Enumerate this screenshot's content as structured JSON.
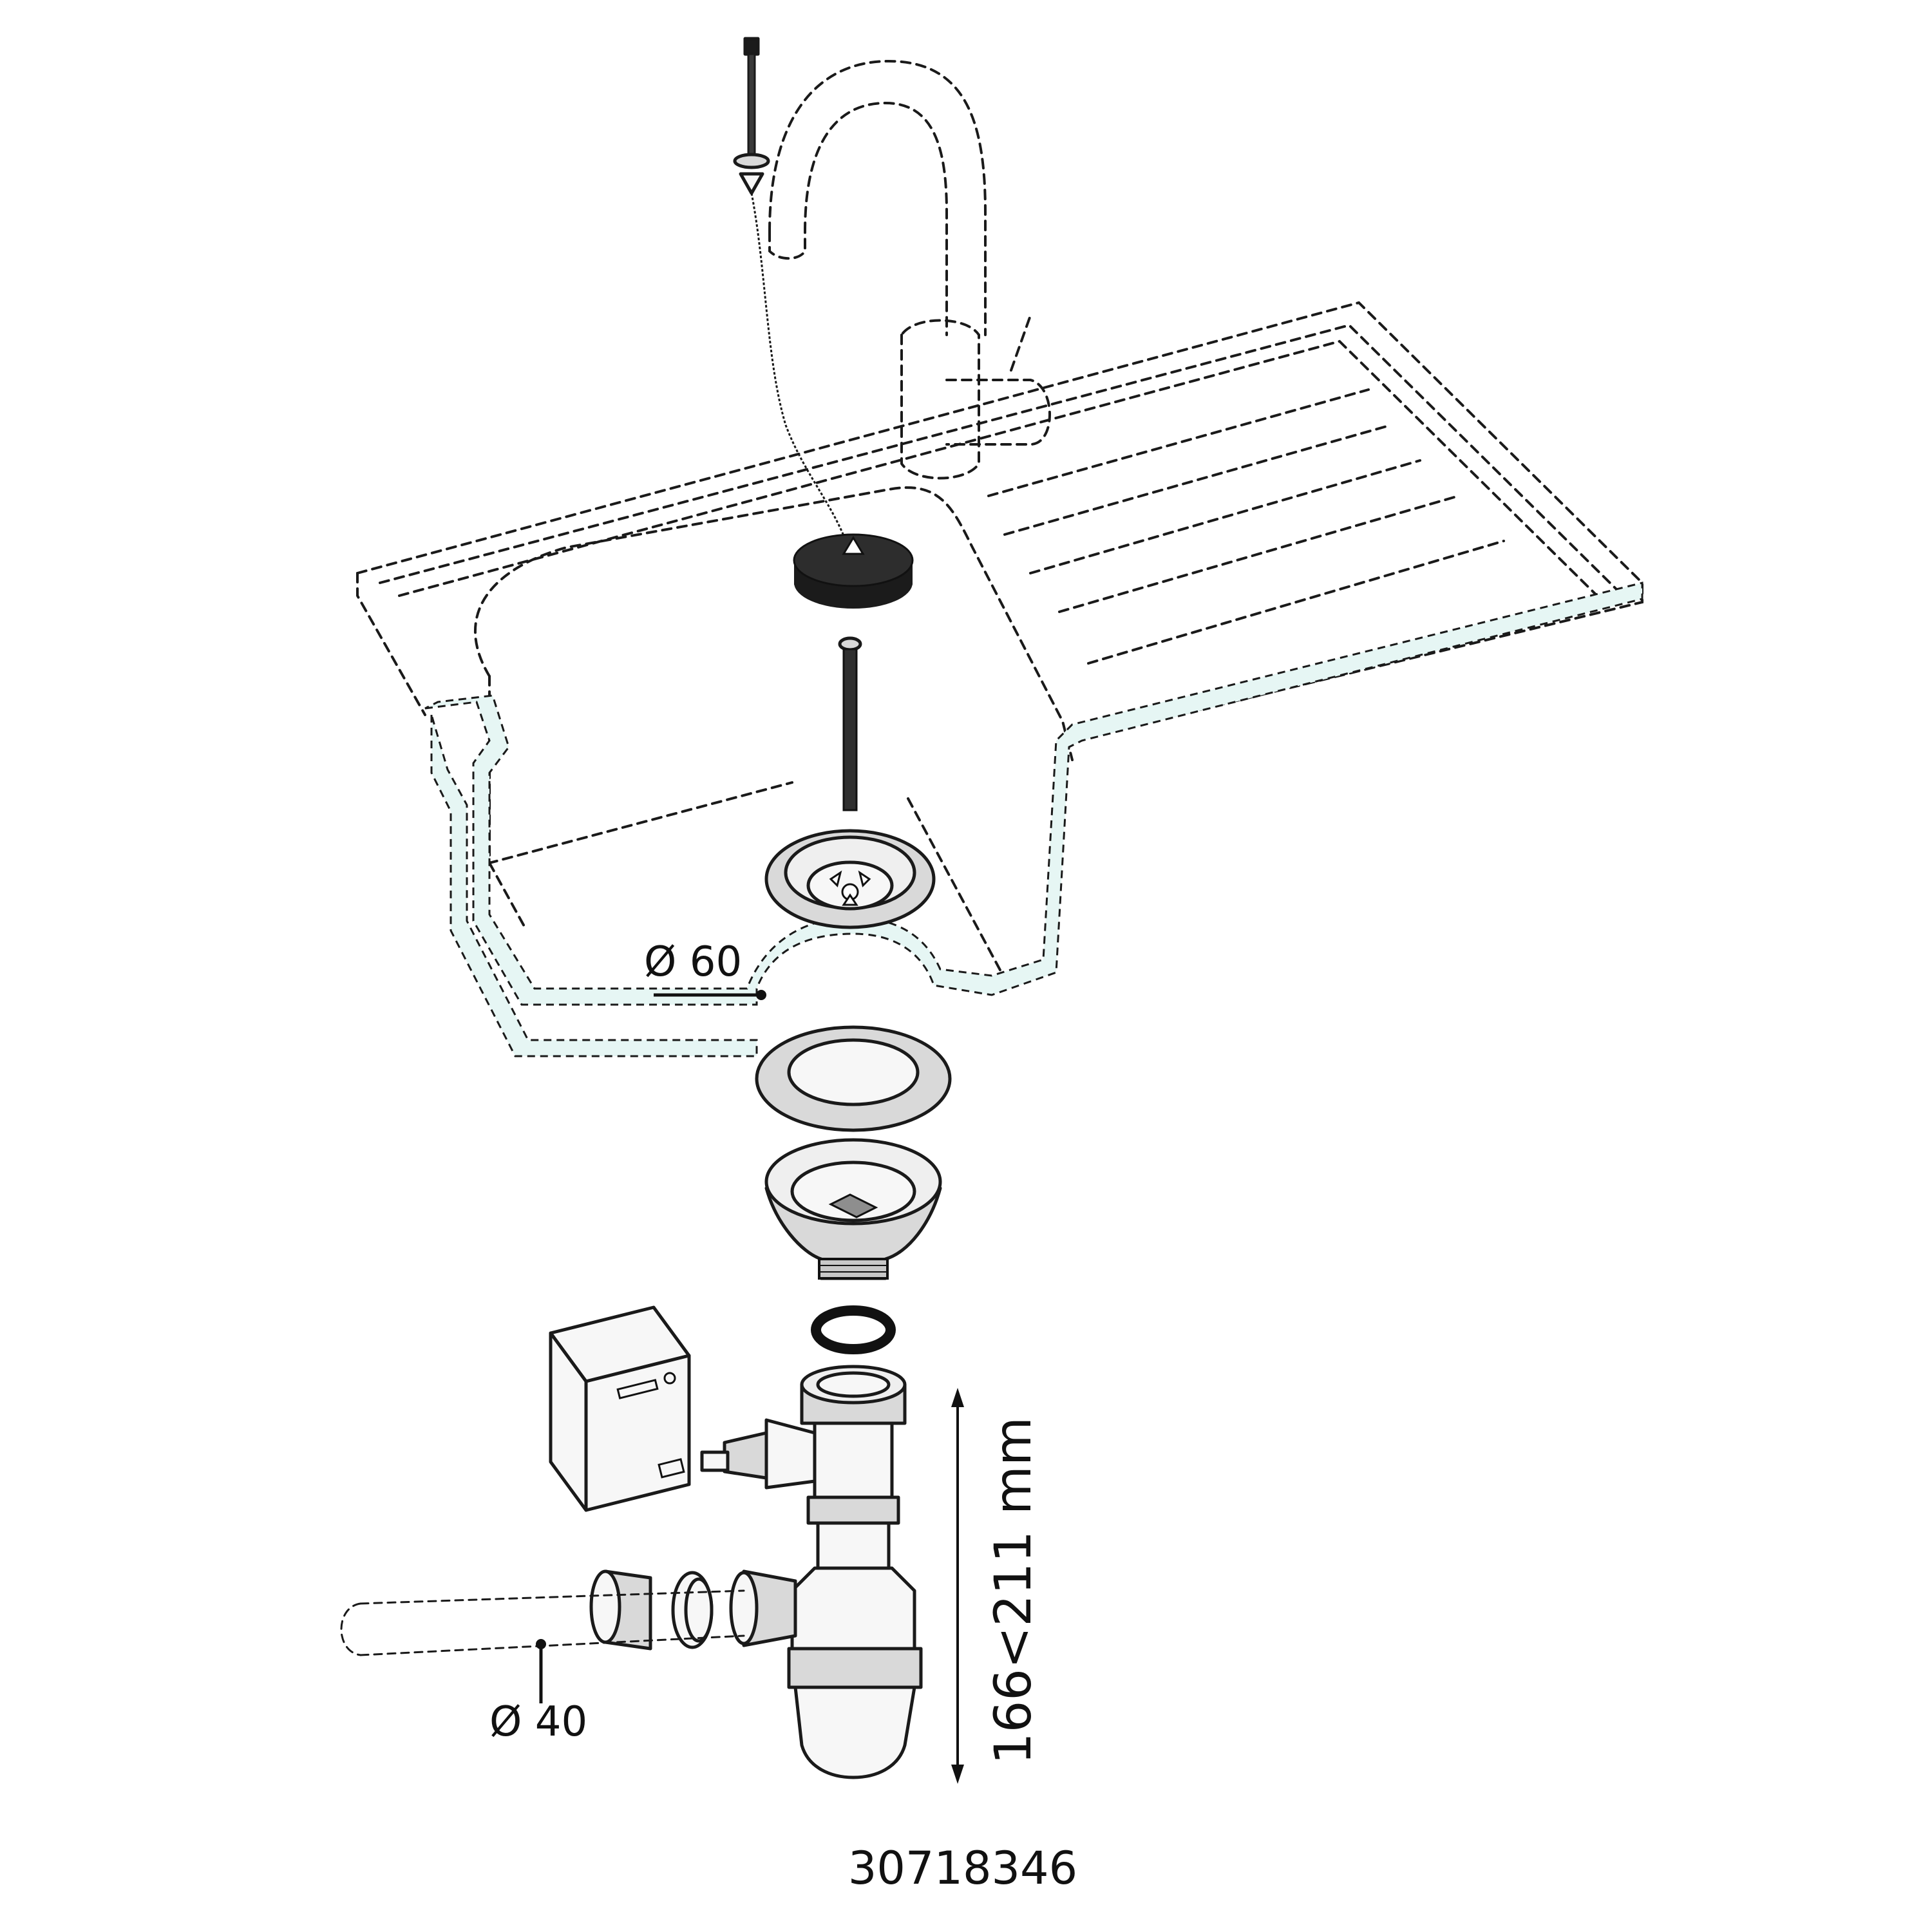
{
  "labels": {
    "sink_outlet_diameter": "Ø 60",
    "pipe_diameter": "Ø 40",
    "height_range": "166<211 mm",
    "article_number": "30718346"
  }
}
